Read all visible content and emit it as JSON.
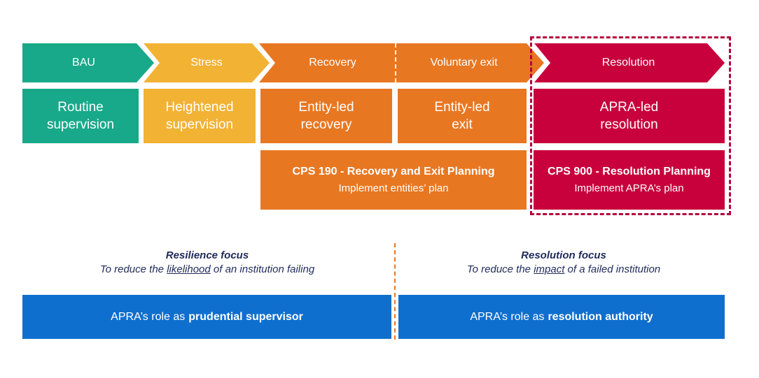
{
  "colors": {
    "teal": "#17a98a",
    "amber": "#f2b234",
    "orange": "#e87722",
    "crimson": "#c8003c",
    "blue": "#0f6fce",
    "navy": "#1f2a5a"
  },
  "stages": [
    {
      "label": "BAU"
    },
    {
      "label": "Stress"
    },
    {
      "label": "Recovery"
    },
    {
      "label": "Voluntary exit"
    },
    {
      "label": "Resolution"
    }
  ],
  "supervision": [
    {
      "line1": "Routine",
      "line2": "supervision"
    },
    {
      "line1": "Heightened",
      "line2": "supervision"
    },
    {
      "line1": "Entity-led",
      "line2": "recovery"
    },
    {
      "line1": "Entity-led",
      "line2": "exit"
    },
    {
      "line1": "APRA-led",
      "line2": "resolution"
    }
  ],
  "plans": {
    "recovery_exit": {
      "title": "CPS 190 - Recovery and Exit Planning",
      "subtitle": "Implement entities’ plan"
    },
    "resolution": {
      "title": "CPS 900 - Resolution Planning",
      "subtitle": "Implement APRA’s plan"
    }
  },
  "focus": {
    "resilience": {
      "heading": "Resilience focus",
      "before": "To reduce the ",
      "emph": "likelihood",
      "after": " of an institution failing"
    },
    "resolution": {
      "heading": "Resolution focus",
      "before": "To reduce the ",
      "emph": "impact",
      "after": " of a failed institution"
    }
  },
  "roles": {
    "prudential": {
      "prefix": "APRA’s role as",
      "bold": "prudential supervisor"
    },
    "resolution": {
      "prefix": "APRA’s role as",
      "bold": "resolution authority"
    }
  }
}
